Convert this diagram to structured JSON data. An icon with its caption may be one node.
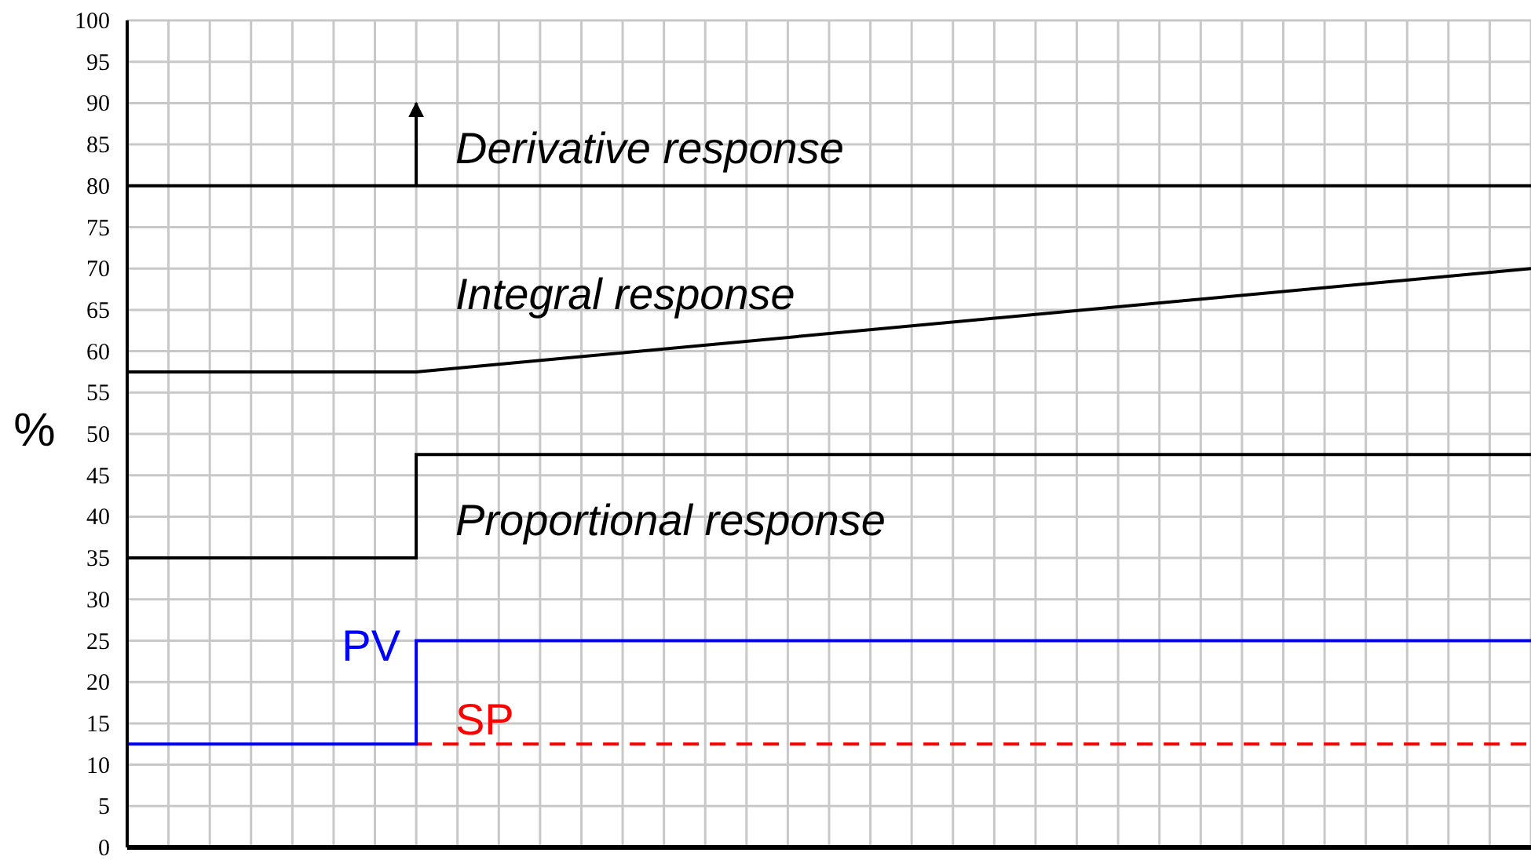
{
  "diagram": {
    "labels": [
      "100",
      "95",
      "90",
      "85",
      "Derivative response",
      "80",
      "75",
      "70",
      "Integral response",
      "65",
      "60",
      "55",
      "%",
      "50",
      "45",
      "40",
      "Proportional response",
      "35",
      "30",
      "PV",
      "25",
      "20",
      "SP",
      "15",
      "10",
      "5",
      "0"
    ]
  }
}
